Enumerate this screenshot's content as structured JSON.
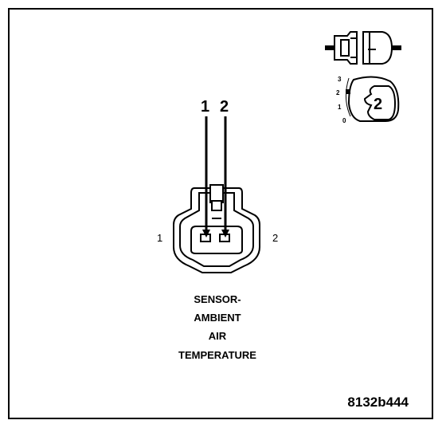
{
  "diagram": {
    "wire_labels": [
      "1",
      "2"
    ],
    "pin_side_labels": {
      "left": "1",
      "right": "2"
    },
    "component_name_lines": [
      "SENSOR-",
      "AMBIENT",
      "AIR",
      "TEMPERATURE"
    ],
    "figure_ref": "8132b444"
  },
  "legend": {
    "position_scale": [
      "3",
      "2",
      "1",
      "0"
    ],
    "key_number": "2"
  },
  "colors": {
    "ink": "#000000",
    "background": "#ffffff"
  }
}
